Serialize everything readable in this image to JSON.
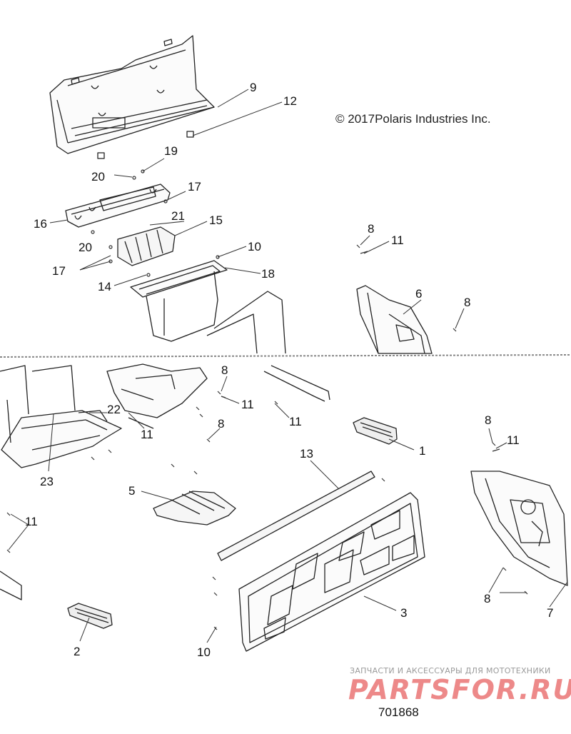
{
  "copyright": "© 2017Polaris Industries Inc.",
  "diagram_number": "701868",
  "watermark": {
    "tagline": "ЗАПЧАСТИ И АКСЕССУАРЫ ДЛЯ МОТОТЕХНИКИ",
    "logo": "PARTSFOR.RU"
  },
  "callouts": [
    "9",
    "12",
    "19",
    "20",
    "17",
    "16",
    "21",
    "15",
    "20",
    "10",
    "17",
    "18",
    "14",
    "8",
    "11",
    "6",
    "8",
    "8",
    "11",
    "11",
    "22",
    "11",
    "8",
    "1",
    "8",
    "11",
    "13",
    "5",
    "23",
    "11",
    "3",
    "8",
    "7",
    "2",
    "10"
  ],
  "colors": {
    "line": "#222222",
    "watermark": "#de2828"
  }
}
